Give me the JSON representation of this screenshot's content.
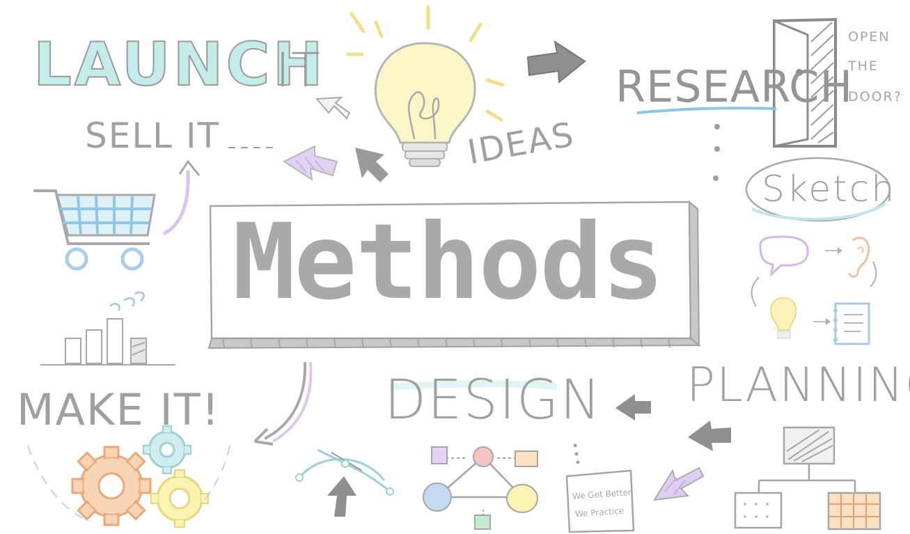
{
  "central": {
    "title": "Methods"
  },
  "labels": {
    "launch": "LAUNCH",
    "launch_it": "IT",
    "sell": "SELL IT",
    "ideas": "IDEAS",
    "research": "RESEARCH",
    "open_door_1": "OPEN",
    "open_door_2": "THE",
    "open_door_3": "DOOR?",
    "sketch": "Sketch",
    "make_it": "MAKE IT!",
    "design": "DESIGN",
    "planning": "PLANNING",
    "note_line1": "We Get Better",
    "note_line2": "We Practice"
  },
  "colors": {
    "ink": "#9e9e9e",
    "teal": "#c9ecec",
    "yellow": "#f7f0a8",
    "lavender": "#dcc8ee",
    "orange": "#f7cfae",
    "blue": "#bfd8f2",
    "green": "#bfe8c8",
    "red": "#f5b8b8"
  },
  "icons": [
    "lightbulb-icon",
    "arrow-right-icon",
    "door-icon",
    "shopping-cart-icon",
    "bar-chart-icon",
    "gears-icon",
    "speech-bubble-icon",
    "ear-icon",
    "notebook-icon",
    "network-diagram-icon",
    "org-chart-icon",
    "cursor-arrow-icon"
  ]
}
